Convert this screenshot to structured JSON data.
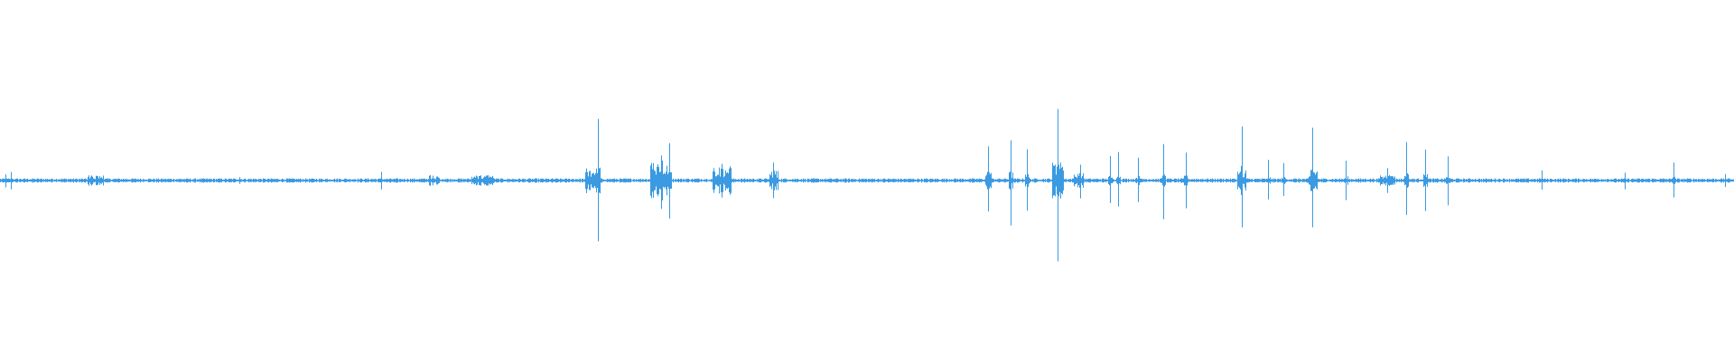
{
  "waveform": {
    "color": "#3b9ae1",
    "background": "#ffffff",
    "peaks": [
      {
        "t": 0.003,
        "amp": 0.04
      },
      {
        "t": 0.006,
        "amp": 0.05
      },
      {
        "t": 0.055,
        "amp": 0.03
      },
      {
        "t": 0.138,
        "amp": 0.02
      },
      {
        "t": 0.22,
        "amp": 0.05
      },
      {
        "t": 0.248,
        "amp": 0.03
      },
      {
        "t": 0.281,
        "amp": 0.03
      },
      {
        "t": 0.338,
        "amp": 0.07
      },
      {
        "t": 0.345,
        "amp": 0.38
      },
      {
        "t": 0.379,
        "amp": 0.1
      },
      {
        "t": 0.381,
        "amp": 0.16
      },
      {
        "t": 0.386,
        "amp": 0.24
      },
      {
        "t": 0.416,
        "amp": 0.1
      },
      {
        "t": 0.446,
        "amp": 0.1
      },
      {
        "t": 0.57,
        "amp": 0.2
      },
      {
        "t": 0.583,
        "amp": 0.26
      },
      {
        "t": 0.592,
        "amp": 0.18
      },
      {
        "t": 0.61,
        "amp": 0.45
      },
      {
        "t": 0.623,
        "amp": 0.1
      },
      {
        "t": 0.64,
        "amp": 0.14
      },
      {
        "t": 0.645,
        "amp": 0.16
      },
      {
        "t": 0.656,
        "amp": 0.14
      },
      {
        "t": 0.671,
        "amp": 0.22
      },
      {
        "t": 0.684,
        "amp": 0.16
      },
      {
        "t": 0.716,
        "amp": 0.3
      },
      {
        "t": 0.731,
        "amp": 0.12
      },
      {
        "t": 0.74,
        "amp": 0.1
      },
      {
        "t": 0.757,
        "amp": 0.3
      },
      {
        "t": 0.776,
        "amp": 0.12
      },
      {
        "t": 0.8,
        "amp": 0.08
      },
      {
        "t": 0.811,
        "amp": 0.22
      },
      {
        "t": 0.822,
        "amp": 0.18
      },
      {
        "t": 0.835,
        "amp": 0.14
      },
      {
        "t": 0.889,
        "amp": 0.06
      },
      {
        "t": 0.937,
        "amp": 0.05
      },
      {
        "t": 0.965,
        "amp": 0.1
      },
      {
        "t": 0.995,
        "amp": 0.04
      }
    ],
    "clusters": [
      {
        "t": 0.055,
        "width": 0.008,
        "amp": 0.03
      },
      {
        "t": 0.25,
        "width": 0.006,
        "amp": 0.03
      },
      {
        "t": 0.278,
        "width": 0.012,
        "amp": 0.03
      },
      {
        "t": 0.341,
        "width": 0.007,
        "amp": 0.06
      },
      {
        "t": 0.38,
        "width": 0.009,
        "amp": 0.12
      },
      {
        "t": 0.416,
        "width": 0.01,
        "amp": 0.08
      },
      {
        "t": 0.446,
        "width": 0.004,
        "amp": 0.06
      },
      {
        "t": 0.57,
        "width": 0.003,
        "amp": 0.05
      },
      {
        "t": 0.61,
        "width": 0.006,
        "amp": 0.1
      },
      {
        "t": 0.622,
        "width": 0.005,
        "amp": 0.05
      },
      {
        "t": 0.716,
        "width": 0.004,
        "amp": 0.08
      },
      {
        "t": 0.757,
        "width": 0.004,
        "amp": 0.06
      },
      {
        "t": 0.8,
        "width": 0.008,
        "amp": 0.03
      }
    ],
    "baseline_amp": 0.012
  }
}
